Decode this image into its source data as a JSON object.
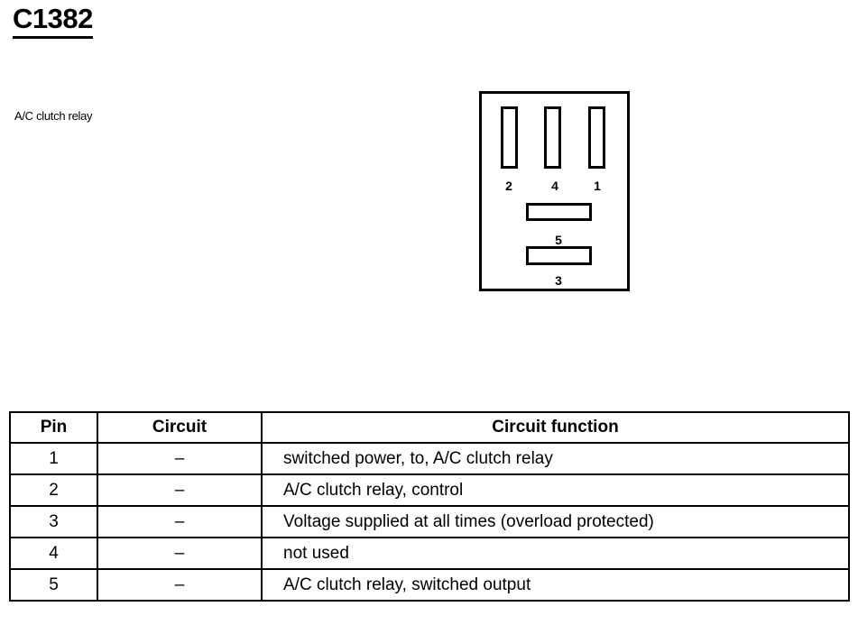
{
  "title": "C1382",
  "subtitle": "A/C clutch relay",
  "connector": {
    "pin_labels": [
      "2",
      "4",
      "1",
      "5",
      "3"
    ]
  },
  "table": {
    "headers": [
      "Pin",
      "Circuit",
      "Circuit function"
    ],
    "rows": [
      {
        "pin": "1",
        "circuit": "–",
        "function": "switched power, to, A/C clutch relay"
      },
      {
        "pin": "2",
        "circuit": "–",
        "function": "A/C clutch relay, control"
      },
      {
        "pin": "3",
        "circuit": "–",
        "function": "Voltage supplied at all times (overload protected)"
      },
      {
        "pin": "4",
        "circuit": "–",
        "function": "not used"
      },
      {
        "pin": "5",
        "circuit": "–",
        "function": "A/C clutch relay, switched output"
      }
    ]
  }
}
